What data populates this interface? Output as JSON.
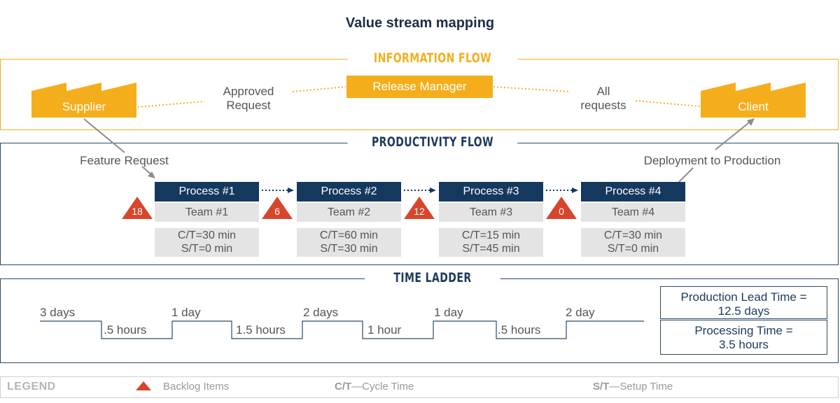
{
  "title": "Value stream mapping",
  "sections": {
    "information_flow": "INFORMATION FLOW",
    "productivity_flow": "PRODUCTIVITY FLOW",
    "time_ladder": "TIME LADDER"
  },
  "information": {
    "supplier": "Supplier",
    "client": "Client",
    "release_manager": "Release Manager",
    "approved_request_line1": "Approved",
    "approved_request_line2": "Request",
    "all_requests_line1": "All",
    "all_requests_line2": "requests"
  },
  "productivity": {
    "feature_request": "Feature Request",
    "deployment": "Deployment to Production",
    "processes": [
      {
        "name": "Process #1",
        "team": "Team #1",
        "ct": "C/T=30 min",
        "st": "S/T=0 min",
        "backlog": "18"
      },
      {
        "name": "Process #2",
        "team": "Team #2",
        "ct": "C/T=60 min",
        "st": "S/T=30 min",
        "backlog": "6"
      },
      {
        "name": "Process #3",
        "team": "Team #3",
        "ct": "C/T=15 min",
        "st": "S/T=45 min",
        "backlog": "12"
      },
      {
        "name": "Process #4",
        "team": "Team #4",
        "ct": "C/T=30 min",
        "st": "S/T=0 min",
        "backlog": "0"
      }
    ]
  },
  "time_ladder": {
    "upper": [
      "3 days",
      "1 day",
      "2 days",
      "1 day",
      "2 day"
    ],
    "lower": [
      ".5 hours",
      "1.5 hours",
      "1 hour",
      ".5 hours"
    ],
    "lead_time_line1": "Production Lead Time =",
    "lead_time_line2": "12.5 days",
    "processing_time_line1": "Processing Time =",
    "processing_time_line2": "3.5 hours"
  },
  "legend": {
    "title": "LEGEND",
    "backlog": "Backlog Items",
    "ct_abbr": "C/T",
    "ct_text": "—Cycle Time",
    "st_abbr": "S/T",
    "st_text": "—Setup Time"
  },
  "colors": {
    "information": "#f5ae1b",
    "process_header": "#15385f",
    "backlog_triangle": "#d6452c",
    "border_blue": "#2a4a6b"
  }
}
